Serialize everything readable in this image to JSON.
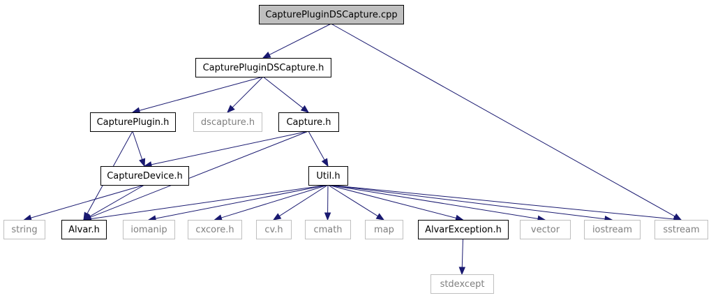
{
  "nodes": [
    {
      "id": "root",
      "label": "CapturePluginDSCapture.cpp",
      "kind": "root"
    },
    {
      "id": "h",
      "label": "CapturePluginDSCapture.h",
      "kind": "primary"
    },
    {
      "id": "cplugin",
      "label": "CapturePlugin.h",
      "kind": "primary"
    },
    {
      "id": "dscap",
      "label": "dscapture.h",
      "kind": "external"
    },
    {
      "id": "capture",
      "label": "Capture.h",
      "kind": "primary"
    },
    {
      "id": "cdevice",
      "label": "CaptureDevice.h",
      "kind": "primary"
    },
    {
      "id": "util",
      "label": "Util.h",
      "kind": "primary"
    },
    {
      "id": "string",
      "label": "string",
      "kind": "external"
    },
    {
      "id": "alvar",
      "label": "Alvar.h",
      "kind": "primary"
    },
    {
      "id": "iomanip",
      "label": "iomanip",
      "kind": "external"
    },
    {
      "id": "cxcore",
      "label": "cxcore.h",
      "kind": "external"
    },
    {
      "id": "cv",
      "label": "cv.h",
      "kind": "external"
    },
    {
      "id": "cmath",
      "label": "cmath",
      "kind": "external"
    },
    {
      "id": "map",
      "label": "map",
      "kind": "external"
    },
    {
      "id": "alvarex",
      "label": "AlvarException.h",
      "kind": "primary"
    },
    {
      "id": "vector",
      "label": "vector",
      "kind": "external"
    },
    {
      "id": "iostream",
      "label": "iostream",
      "kind": "external"
    },
    {
      "id": "sstream",
      "label": "sstream",
      "kind": "external"
    },
    {
      "id": "stdexcept",
      "label": "stdexcept",
      "kind": "external"
    }
  ],
  "edges": [
    [
      "root",
      "h"
    ],
    [
      "root",
      "sstream"
    ],
    [
      "h",
      "cplugin"
    ],
    [
      "h",
      "dscap"
    ],
    [
      "h",
      "capture"
    ],
    [
      "cplugin",
      "cdevice"
    ],
    [
      "cplugin",
      "alvar"
    ],
    [
      "capture",
      "cdevice"
    ],
    [
      "capture",
      "alvar"
    ],
    [
      "capture",
      "util"
    ],
    [
      "cdevice",
      "string"
    ],
    [
      "cdevice",
      "alvar"
    ],
    [
      "util",
      "alvar"
    ],
    [
      "util",
      "iomanip"
    ],
    [
      "util",
      "cxcore"
    ],
    [
      "util",
      "cv"
    ],
    [
      "util",
      "cmath"
    ],
    [
      "util",
      "map"
    ],
    [
      "util",
      "alvarex"
    ],
    [
      "util",
      "vector"
    ],
    [
      "util",
      "iostream"
    ],
    [
      "util",
      "sstream"
    ],
    [
      "alvarex",
      "stdexcept"
    ]
  ],
  "colors": {
    "edge": "#191970",
    "root_fill": "#bfbfbf",
    "primary_border": "#000000",
    "external_border": "#bfbfbf",
    "external_text": "#7f7f7f"
  }
}
